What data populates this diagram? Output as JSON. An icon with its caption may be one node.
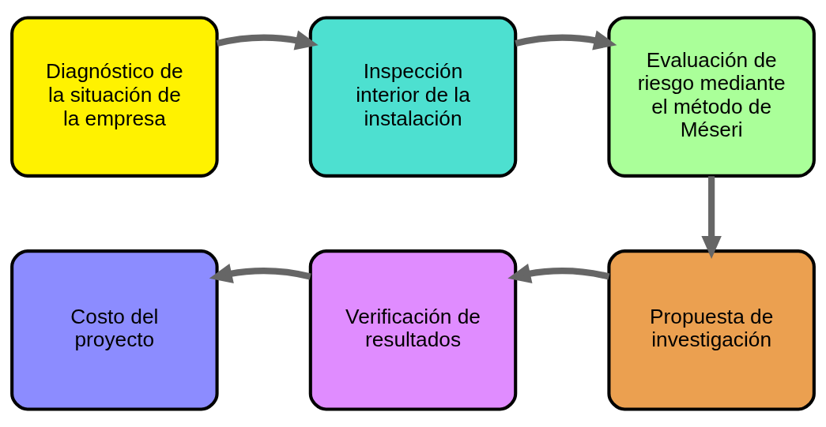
{
  "diagram": {
    "nodes": [
      {
        "text": [
          "Diagnóstico de la situación de la empresa"
        ]
      },
      {
        "text": [
          "Inspección interior de la instalación"
        ]
      },
      {
        "text": [
          "Evaluación de riesgo mediante el método de Méseri"
        ]
      },
      {
        "text": [
          "Propuesta de investigación"
        ]
      },
      {
        "text": [
          "Verificación de resultados"
        ]
      },
      {
        "text": [
          "Costo del proyecto"
        ]
      }
    ],
    "edges": [
      {
        "from": 0,
        "to": 1,
        "arrow": "to"
      },
      {
        "from": 1,
        "to": 2,
        "arrow": "to"
      },
      {
        "from": 2,
        "to": 3,
        "arrow": "to"
      },
      {
        "from": 3,
        "to": 4,
        "arrow": "to"
      },
      {
        "from": 4,
        "to": 5,
        "arrow": "to"
      }
    ]
  }
}
